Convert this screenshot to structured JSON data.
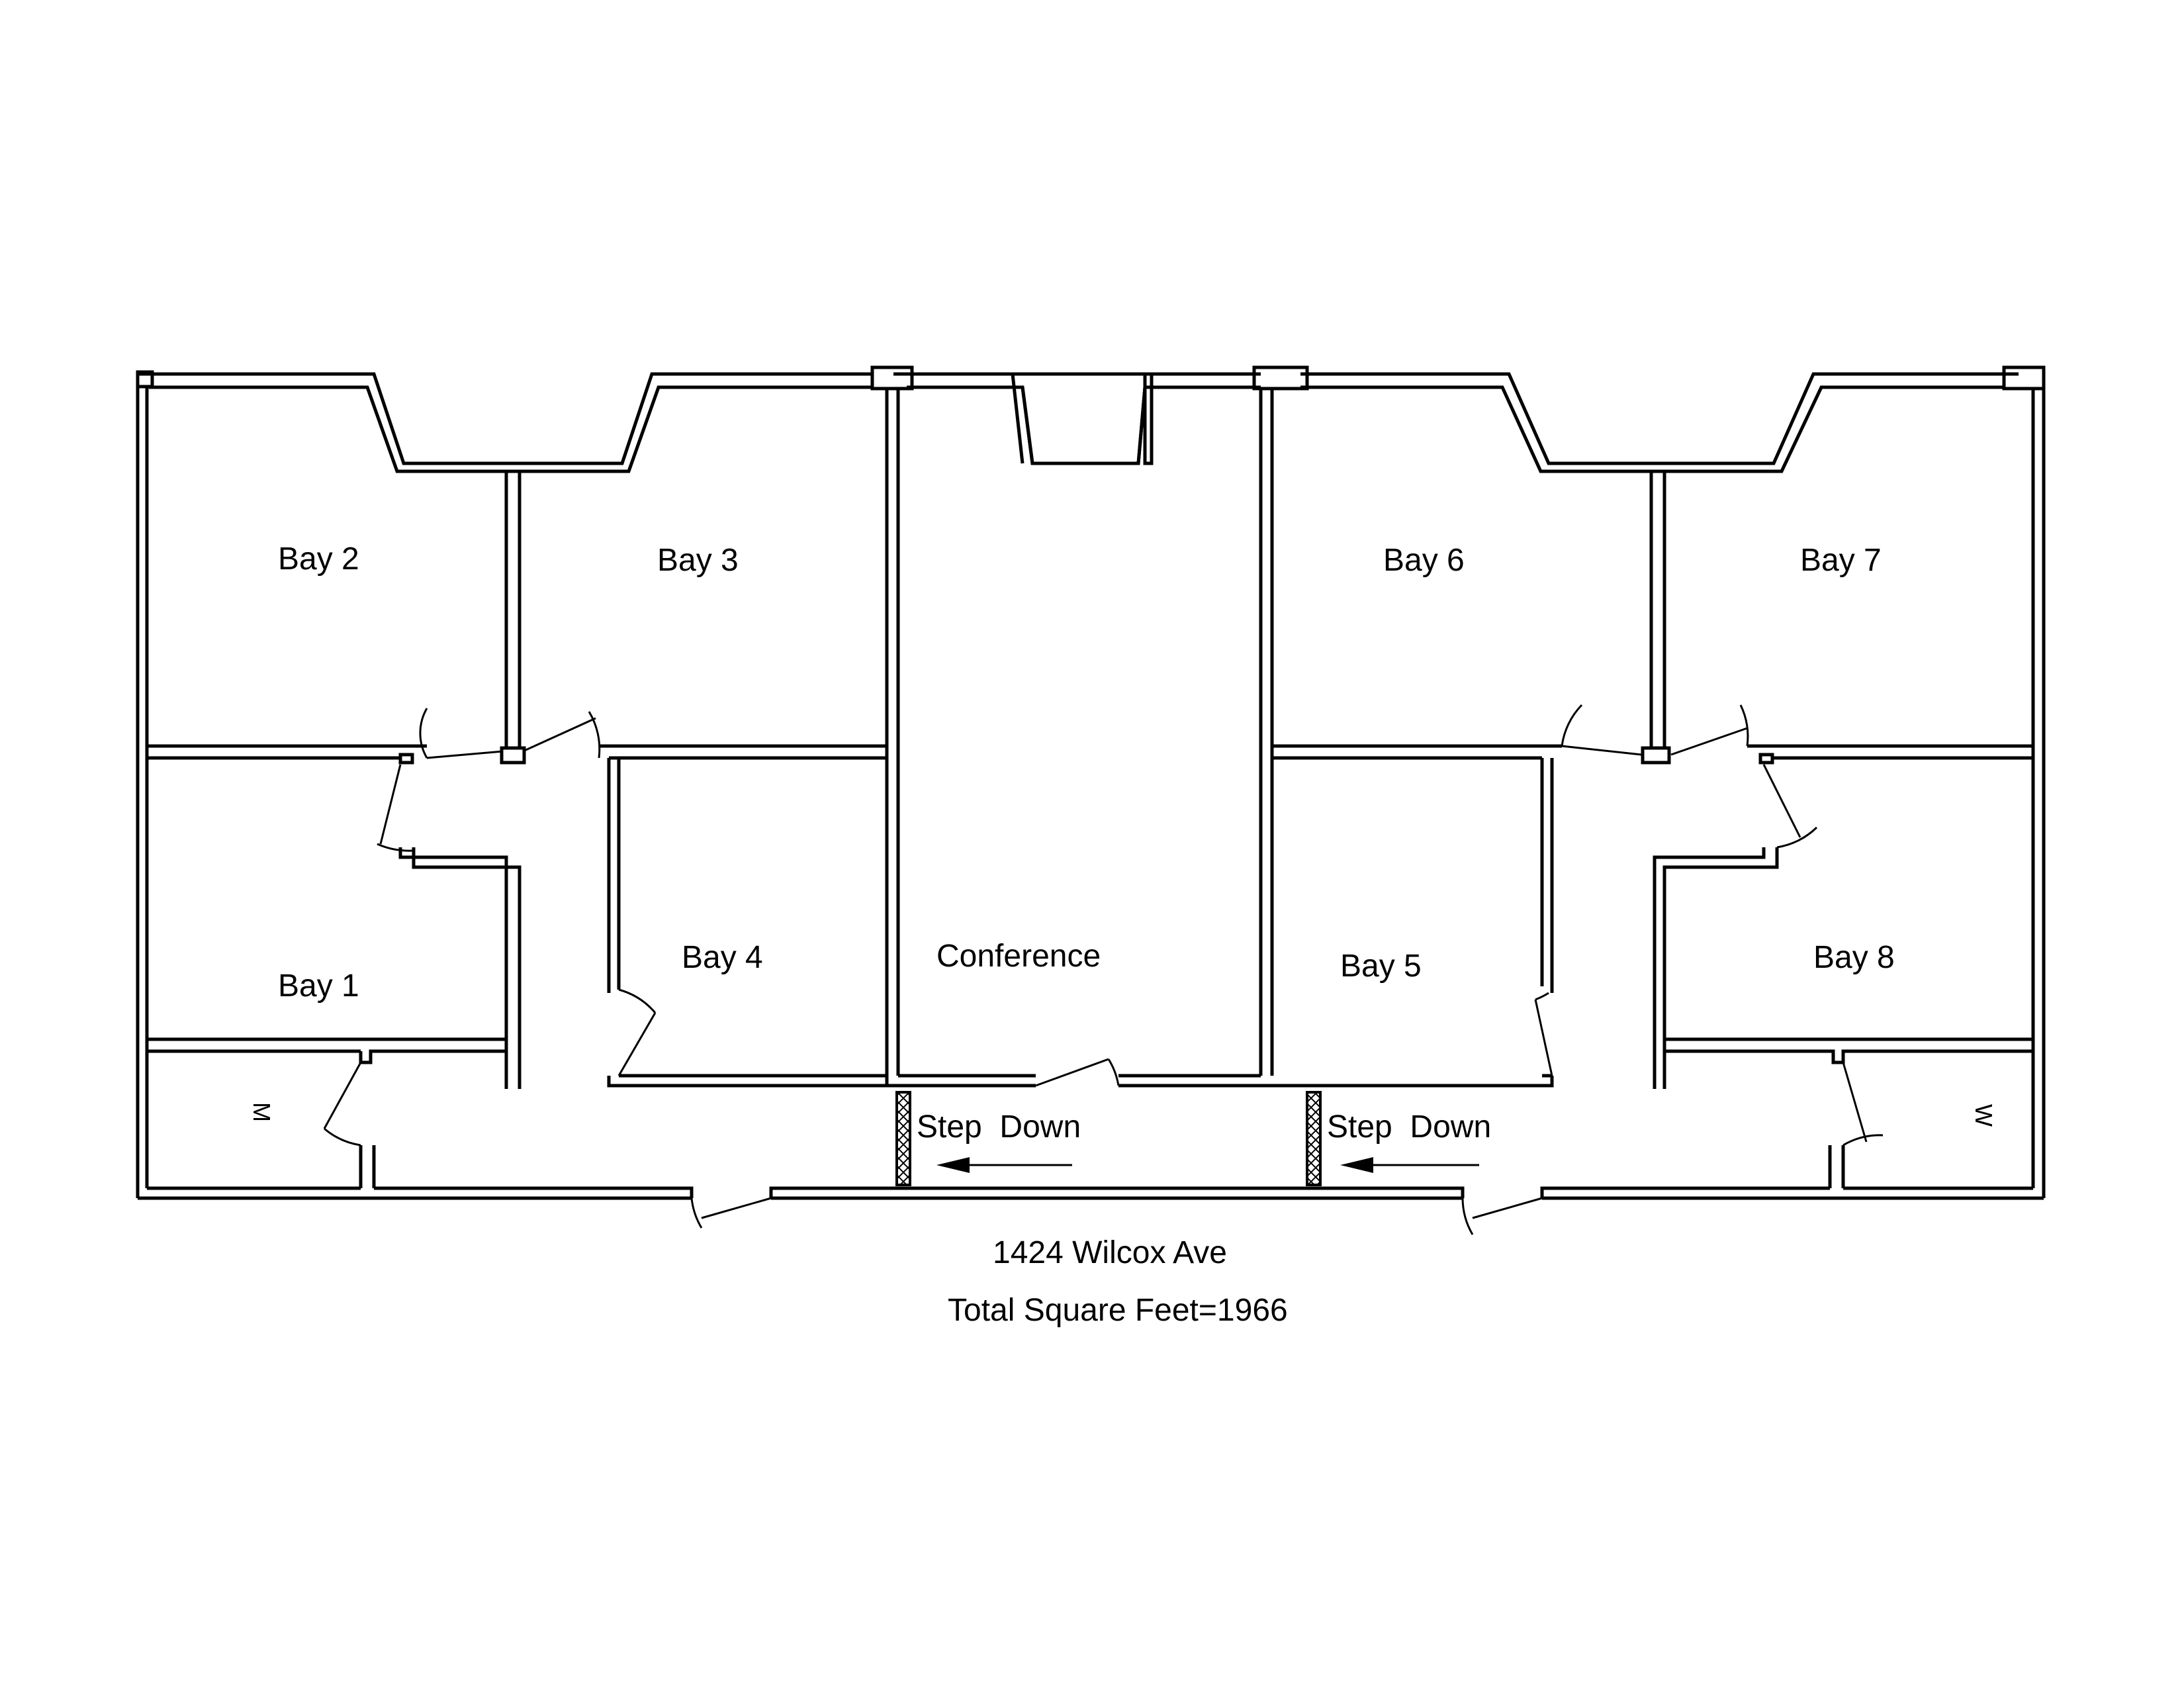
{
  "rooms": {
    "bay1": "Bay 1",
    "bay2": "Bay 2",
    "bay3": "Bay 3",
    "bay4": "Bay 4",
    "bay5": "Bay 5",
    "bay6": "Bay 6",
    "bay7": "Bay 7",
    "bay8": "Bay 8",
    "conference": "Conference",
    "restroom_m": "M",
    "restroom_w": "W"
  },
  "annotations": {
    "step_down_left": "Step  Down",
    "step_down_right": "Step  Down"
  },
  "footer": {
    "address": "1424 Wilcox Ave",
    "area": "Total Square Feet=1966"
  }
}
